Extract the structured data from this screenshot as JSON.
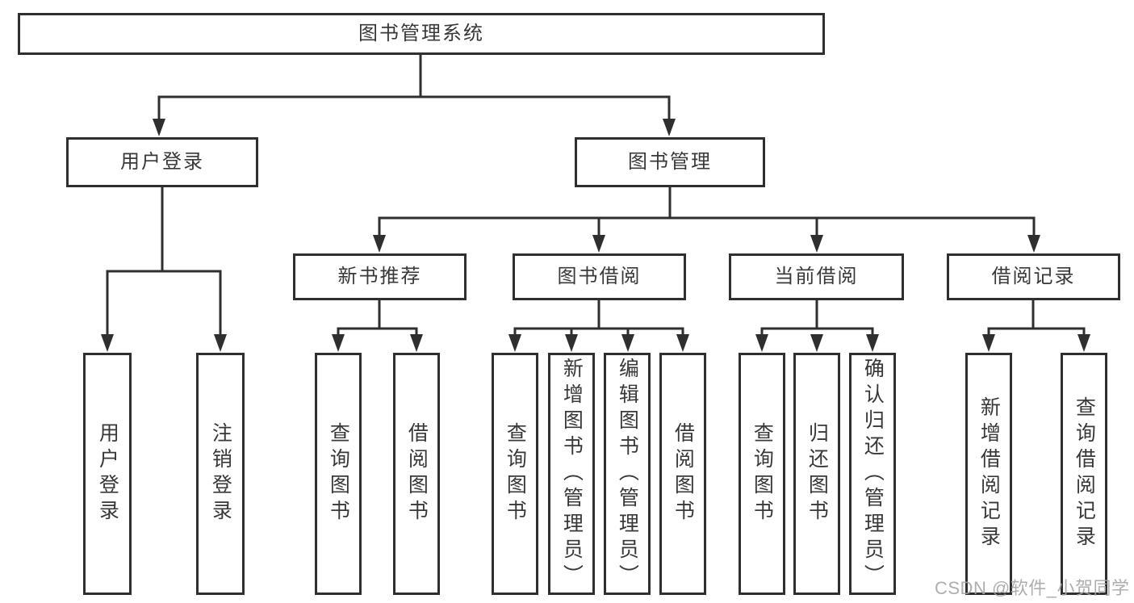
{
  "diagram": {
    "title": "图书管理系统",
    "watermark": "CSDN @软件_小贺同学",
    "colors": {
      "line": "#2f2f2f",
      "box_fill": "#ffffff",
      "text": "#383838",
      "watermark": "#a5a5a5"
    },
    "tree": {
      "root": {
        "label": "图书管理系统"
      },
      "branches": [
        {
          "label": "用户登录",
          "children": [
            {
              "label": "用户登录"
            },
            {
              "label": "注销登录"
            }
          ]
        },
        {
          "label": "图书管理",
          "children": [
            {
              "label": "新书推荐",
              "children": [
                {
                  "label": "查询图书"
                },
                {
                  "label": "借阅图书"
                }
              ]
            },
            {
              "label": "图书借阅",
              "children": [
                {
                  "label": "查询图书"
                },
                {
                  "label": "新增图书（管理员）"
                },
                {
                  "label": "编辑图书（管理员）"
                },
                {
                  "label": "借阅图书"
                }
              ]
            },
            {
              "label": "当前借阅",
              "children": [
                {
                  "label": "查询图书"
                },
                {
                  "label": "归还图书"
                },
                {
                  "label": "确认归还（管理员）"
                }
              ]
            },
            {
              "label": "借阅记录",
              "children": [
                {
                  "label": "新增借阅记录"
                },
                {
                  "label": "查询借阅记录"
                }
              ]
            }
          ]
        }
      ]
    }
  }
}
